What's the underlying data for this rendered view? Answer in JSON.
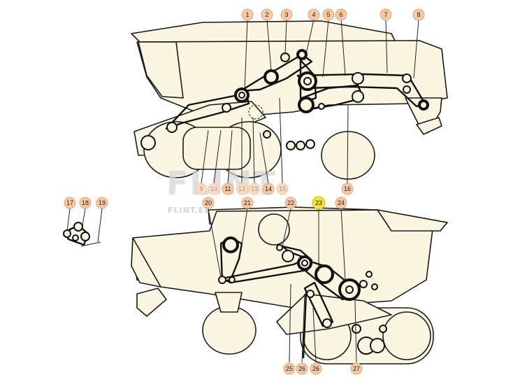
{
  "watermark": {
    "logo_text": "FLINT",
    "site_text": "FLINT.EE"
  },
  "colors": {
    "callout_fill": "#f6c9a4",
    "callout_highlight": "#f5e23a",
    "machine_fill": "#fbf6e2",
    "line": "#1a1a1a"
  },
  "callouts": {
    "c1": "1",
    "c2": "2",
    "c3": "3",
    "c4": "4",
    "c5": "5",
    "c6": "6",
    "c7": "7",
    "c8": "8",
    "c9": "9",
    "c10": "10",
    "c11": "11",
    "c12": "12",
    "c13": "13",
    "c14": "14",
    "c15": "15",
    "c16": "16",
    "c17": "17",
    "c18": "18",
    "c19": "19",
    "c20": "20",
    "c21": "21",
    "c22": "22",
    "c23": "23",
    "c24": "24",
    "c25": "25",
    "c26": "26",
    "c26b": "26",
    "c27": "27"
  },
  "highlighted_callout": "23"
}
